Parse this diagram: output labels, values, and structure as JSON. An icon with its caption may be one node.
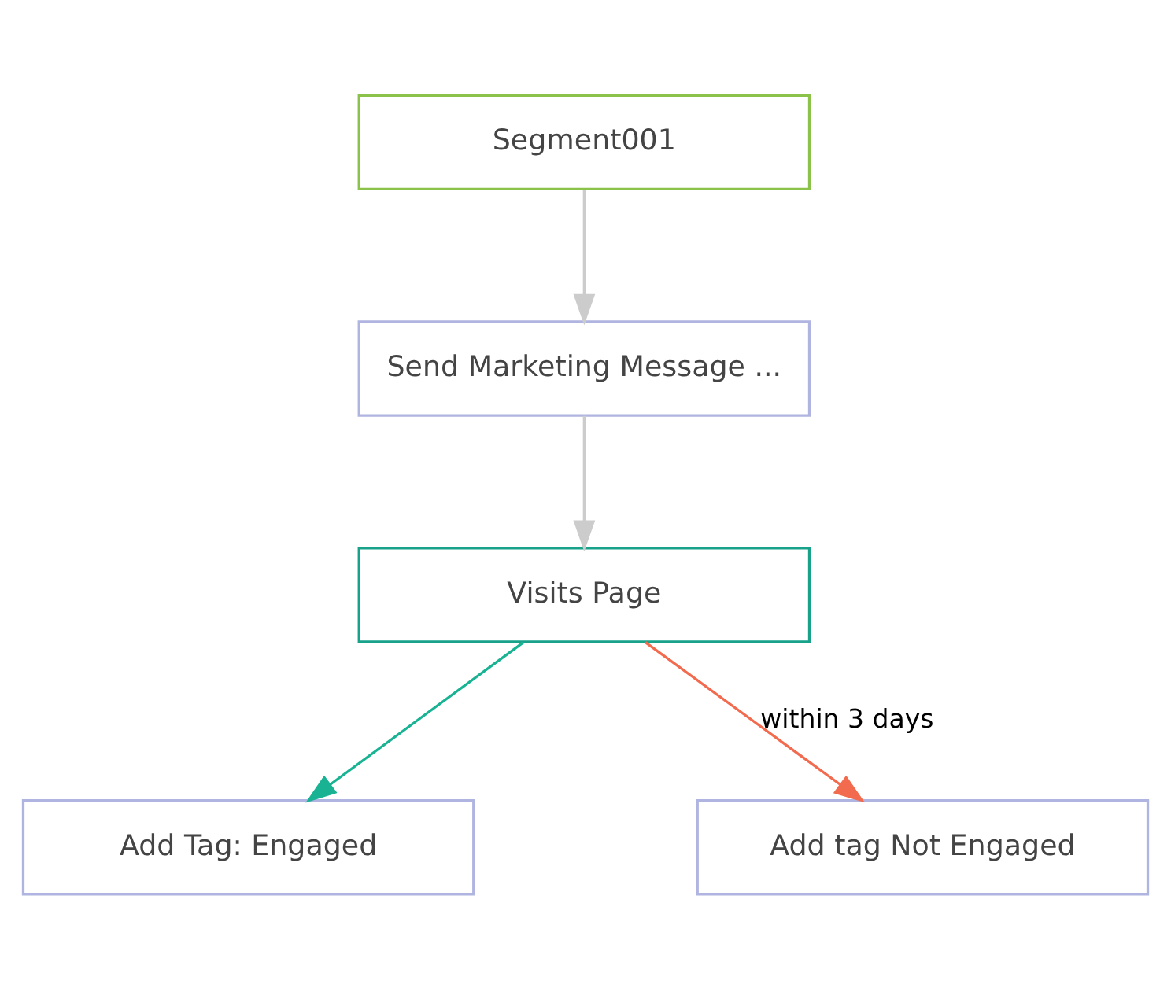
{
  "diagram": {
    "nodes": [
      {
        "text": [
          "Segment001"
        ]
      },
      {
        "text": [
          "Send Marketing Message ..."
        ]
      },
      {
        "text": [
          "Visits Page"
        ]
      },
      {
        "text": [
          "Add Tag: Engaged"
        ]
      },
      {
        "text": [
          "Add tag Not Engaged"
        ]
      }
    ],
    "edges": [
      {
        "from": 0,
        "to": 1,
        "arrow": "to"
      },
      {
        "from": 1,
        "to": 2,
        "arrow": "to"
      },
      {
        "from": 2,
        "to": 3,
        "arrow": "to",
        "color": "#19b394"
      },
      {
        "from": 2,
        "to": 4,
        "arrow": "to",
        "label": "within 3 days",
        "color": "#f26b4f"
      }
    ]
  }
}
